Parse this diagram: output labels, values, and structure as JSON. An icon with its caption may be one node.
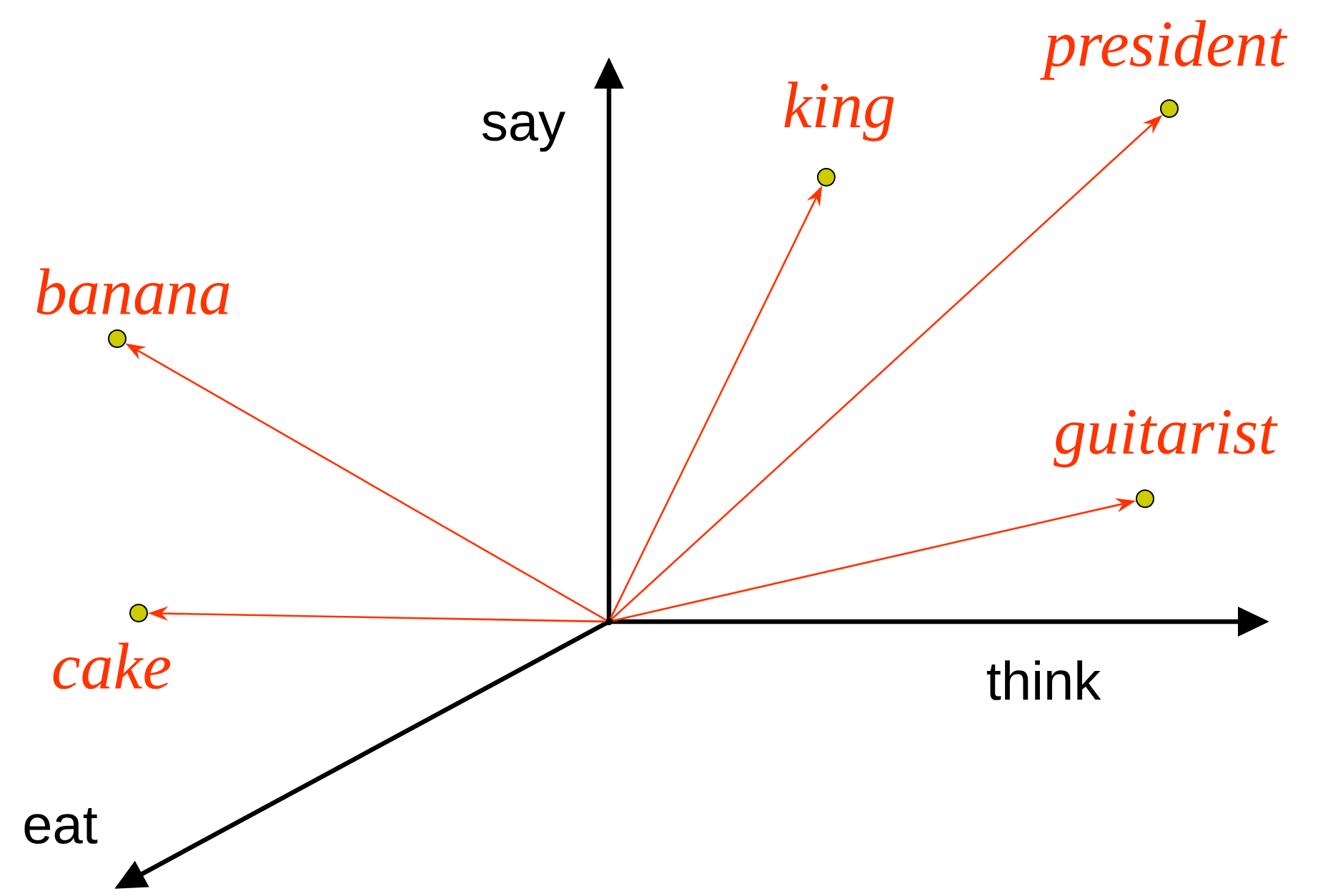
{
  "diagram": {
    "nodes": [
      {
        "text": [],
        "shape": "circle",
        "beside": [
          "president"
        ]
      },
      {
        "text": [],
        "shape": "circle",
        "beside": [
          "king"
        ]
      },
      {
        "text": [],
        "shape": "circle",
        "beside": [
          "banana"
        ]
      },
      {
        "text": [],
        "shape": "circle",
        "beside": [
          "guitarist"
        ]
      },
      {
        "text": [],
        "shape": "circle",
        "beside": [
          "cake"
        ]
      },
      {
        "text": [],
        "shape": "point"
      }
    ],
    "edges": [
      {
        "from": 5,
        "to": 0,
        "arrow": "to",
        "color": "#ff3300"
      },
      {
        "from": 5,
        "to": 1,
        "arrow": "to",
        "color": "#ff3300"
      },
      {
        "from": 5,
        "to": 2,
        "arrow": "to",
        "color": "#ff3300"
      },
      {
        "from": 5,
        "to": 3,
        "arrow": "to",
        "color": "#ff3300"
      },
      {
        "from": 5,
        "to": 4,
        "arrow": "to",
        "color": "#ff3300"
      }
    ],
    "labels": [
      "say",
      "think",
      "eat"
    ]
  }
}
